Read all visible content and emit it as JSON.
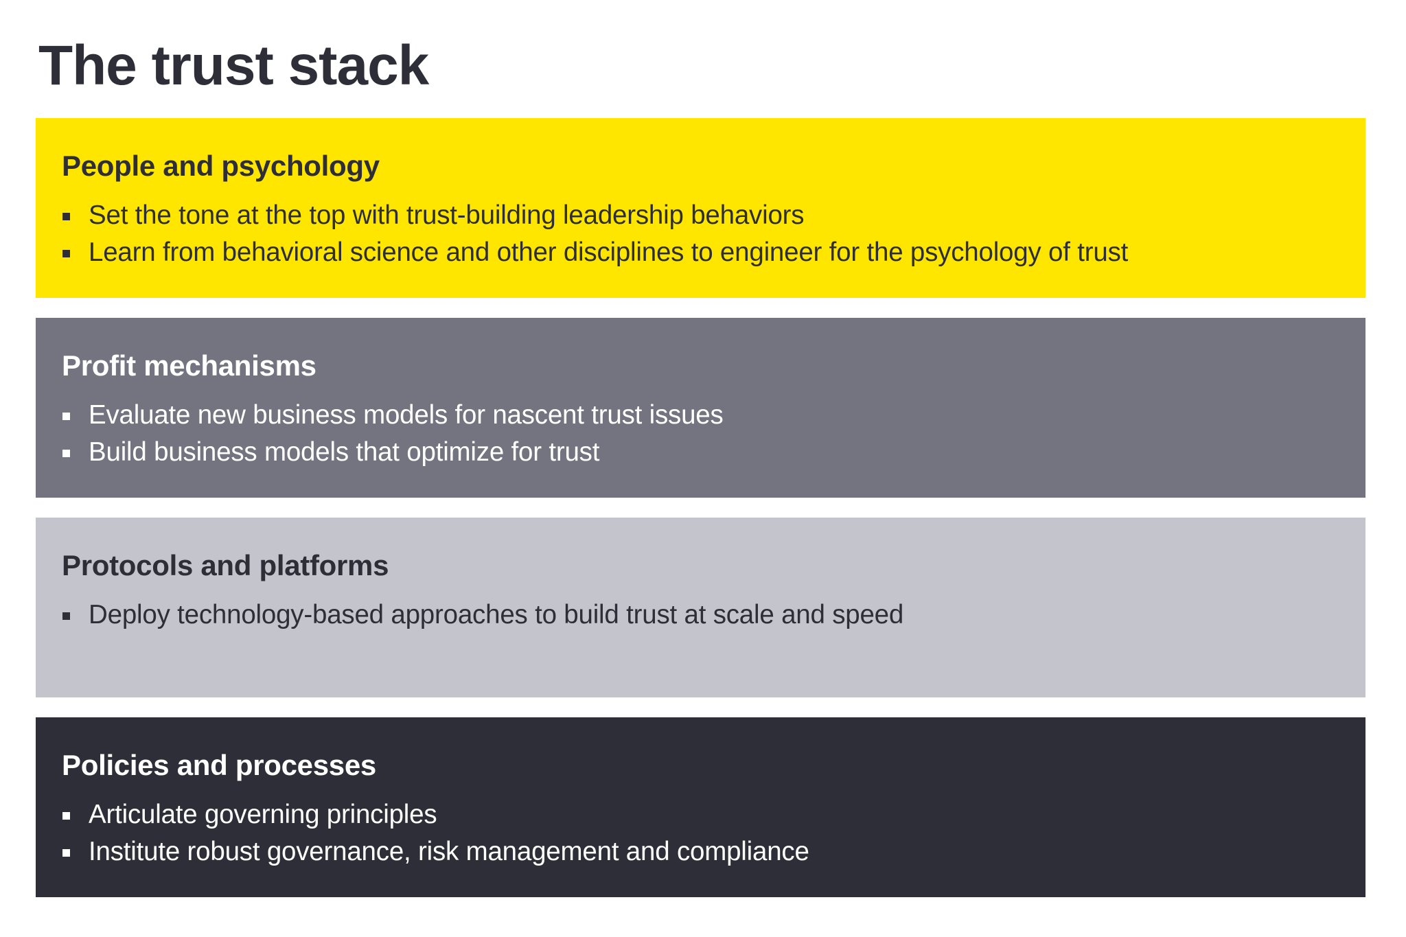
{
  "page": {
    "title": "The trust stack"
  },
  "colors": {
    "yellow": "#FFE600",
    "gray": "#747480",
    "light_gray": "#C4C4CD",
    "dark": "#2E2E38",
    "white": "#FFFFFF"
  },
  "layers": [
    {
      "title": "People and psychology",
      "background": "#FFE600",
      "items": [
        "Set the tone at the top with trust-building leadership behaviors",
        "Learn from behavioral science and other disciplines to engineer for the psychology of trust"
      ]
    },
    {
      "title": "Profit mechanisms",
      "background": "#747480",
      "items": [
        "Evaluate new business models for nascent trust issues",
        "Build business models that optimize for trust"
      ]
    },
    {
      "title": "Protocols and platforms",
      "background": "#C4C4CD",
      "items": [
        "Deploy technology-based approaches to build trust at scale and speed"
      ]
    },
    {
      "title": "Policies and processes",
      "background": "#2E2E38",
      "items": [
        "Articulate governing principles",
        "Institute robust governance, risk management and compliance"
      ]
    }
  ]
}
